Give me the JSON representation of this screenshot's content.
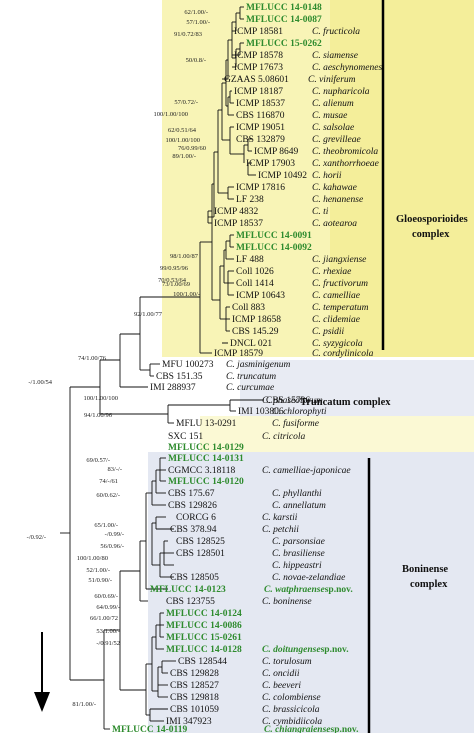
{
  "complexes": [
    {
      "name_lines": [
        "Gloeosporioides",
        "complex"
      ],
      "color": "#f6f1a8"
    },
    {
      "name_lines": [
        "Truncatum complex"
      ],
      "color": "#e8ebf3"
    },
    {
      "name_lines": [
        "Boninense",
        "complex"
      ],
      "color": "#e2e6f2"
    }
  ],
  "taxa": [
    {
      "label": "MFLUCC 14-0148",
      "species": "",
      "new": true
    },
    {
      "label": "MFLUCC 14-0087",
      "species": "",
      "new": true
    },
    {
      "label": "ICMP 18581",
      "species": "C. fructicola",
      "new": false
    },
    {
      "label": "MFLUCC 15-0262",
      "species": "",
      "new": true
    },
    {
      "label": "ICMP 18578",
      "species": "C. siamense",
      "new": false
    },
    {
      "label": "ICMP 17673",
      "species": "C. aeschynomenes",
      "new": false
    },
    {
      "label": "GZAAS 5.08601",
      "species": "C. viniferum",
      "new": false
    },
    {
      "label": "ICMP 18187",
      "species": "C. nupharicola",
      "new": false
    },
    {
      "label": "ICMP 18537",
      "species": "C. alienum",
      "new": false
    },
    {
      "label": "CBS 116870",
      "species": "C. musae",
      "new": false
    },
    {
      "label": "ICMP 19051",
      "species": "C. salsolae",
      "new": false
    },
    {
      "label": "CBS 132879",
      "species": "C. grevilleae",
      "new": false
    },
    {
      "label": "ICMP 8649",
      "species": "C. theobromicola",
      "new": false
    },
    {
      "label": "ICMP 17903",
      "species": "C. xanthorrhoeae",
      "new": false
    },
    {
      "label": "ICMP 10492",
      "species": "C. horii",
      "new": false
    },
    {
      "label": "ICMP 17816",
      "species": "C. kahawae",
      "new": false
    },
    {
      "label": "LF 238",
      "species": "C. henanense",
      "new": false
    },
    {
      "label": "ICMP 4832",
      "species": "C. ti",
      "new": false
    },
    {
      "label": "ICMP 18537",
      "species": "C. aotearoa",
      "new": false
    },
    {
      "label": "MFLUCC 14-0091",
      "species": "",
      "new": true
    },
    {
      "label": "MFLUCC 14-0092",
      "species": "",
      "new": true
    },
    {
      "label": "LF 488",
      "species": "C. jiangxiense",
      "new": false
    },
    {
      "label": "Coll 1026",
      "species": "C. rhexiae",
      "new": false
    },
    {
      "label": "Coll 1414",
      "species": "C. fructivorum",
      "new": false
    },
    {
      "label": "ICMP 10643",
      "species": "C. camelliae",
      "new": false
    },
    {
      "label": "Coll 883",
      "species": "C. temperatum",
      "new": false
    },
    {
      "label": "ICMP 18658",
      "species": "C. clidemiae",
      "new": false
    },
    {
      "label": "CBS 145.29",
      "species": "C. psidii",
      "new": false
    },
    {
      "label": "DNCL 021",
      "species": "C. syzygicola",
      "new": false
    },
    {
      "label": "ICMP 18579",
      "species": "C. cordylinicola",
      "new": false
    },
    {
      "label": "MFU 100273",
      "species": "C. jasminigenum",
      "new": false
    },
    {
      "label": "CBS 151.35",
      "species": "C. truncatum",
      "new": false
    },
    {
      "label": "IMI 288937",
      "species": "C. curcumae",
      "new": false
    },
    {
      "label": "CBS 15736",
      "species": "C. phaseolorum",
      "new": false
    },
    {
      "label": "IMI 103806",
      "species": "C. chlorophyti",
      "new": false
    },
    {
      "label": "MFLU 13-0291",
      "species": "C. fusiforme",
      "new": false
    },
    {
      "label": "SXC 151",
      "species": "C. citricola",
      "new": false
    },
    {
      "label": "MFLUCC 14-0129",
      "species": "",
      "new": true
    },
    {
      "label": "MFLUCC 14-0131",
      "species": "",
      "new": true
    },
    {
      "label": "CGMCC 3.18118",
      "species": "C. camelliae-japonicae",
      "new": false
    },
    {
      "label": "MFLUCC 14-0120",
      "species": "",
      "new": true
    },
    {
      "label": "CBS 175.67",
      "species": "C. phyllanthi",
      "new": false
    },
    {
      "label": "CBS 129826",
      "species": "C. annellatum",
      "new": false
    },
    {
      "label": "CORCG 6",
      "species": "C. karstii",
      "new": false
    },
    {
      "label": "CBS 378.94",
      "species": "C. petchii",
      "new": false
    },
    {
      "label": "CBS 128525",
      "species": "C. parsonsiae",
      "new": false
    },
    {
      "label": "CBS 128501",
      "species": "C. brasiliense",
      "new": false
    },
    {
      "label": "",
      "species": "C. hippeastri",
      "new": false
    },
    {
      "label": "CBS 128505",
      "species": "C. novae-zelandiae",
      "new": false
    },
    {
      "label": "MFLUCC 14-0123",
      "species": "C. watphraense",
      "new": true,
      "suffix": "sp.nov."
    },
    {
      "label": "CBS 123755",
      "species": "C. boninense",
      "new": false
    },
    {
      "label": "MFLUCC 14-0124",
      "species": "",
      "new": true
    },
    {
      "label": "MFLUCC 14-0086",
      "species": "",
      "new": true
    },
    {
      "label": "MFLUCC 15-0261",
      "species": "",
      "new": true
    },
    {
      "label": "MFLUCC 14-0128",
      "species": "C. doitungense",
      "new": true,
      "suffix": "sp.nov."
    },
    {
      "label": "CBS 128544",
      "species": "C. torulosum",
      "new": false
    },
    {
      "label": "CBS 129828",
      "species": "C. oncidii",
      "new": false
    },
    {
      "label": "CBS 128527",
      "species": "C. beeveri",
      "new": false
    },
    {
      "label": "CBS 129818",
      "species": "C. colombiense",
      "new": false
    },
    {
      "label": "CBS 101059",
      "species": "C. brassicicola",
      "new": false
    },
    {
      "label": "IMI 347923",
      "species": "C. cymbidiicola",
      "new": false
    },
    {
      "label": "MFLUCC 14-0119",
      "species": "C. chiangraiense",
      "new": true,
      "suffix": "sp.nov."
    }
  ],
  "support_values": [
    "62/1.00/-",
    "57/1.00/-",
    "91/0.72/83",
    "50/0.8/-",
    "57/0.72/-",
    "100/1.00/100",
    "62/0.51/64",
    "100/1.00/100",
    "76/0.99/60",
    "89/1.00/-",
    "98/1.00/87",
    "99/0.95/96",
    "70/0.53/64",
    "73/1.00/69",
    "100/1.00/-",
    "92/1.00/77",
    "74/1.00/76",
    "-/1.00/54",
    "100/1.00/100",
    "94/1.00/96",
    "69/0.57/-",
    "83/-/-",
    "74/-/61",
    "60/0.62/-",
    "65/1.00/-",
    "-/0.99/-",
    "56/0.96/-",
    "100/1.00/80",
    "52/1.00/-",
    "51/0.90/-",
    "-/0.92/-",
    "60/0.69/-",
    "64/0.99/-",
    "66/1.00/72",
    "53/1.00/-",
    "-/0.91/52",
    "81/1.00/-"
  ]
}
